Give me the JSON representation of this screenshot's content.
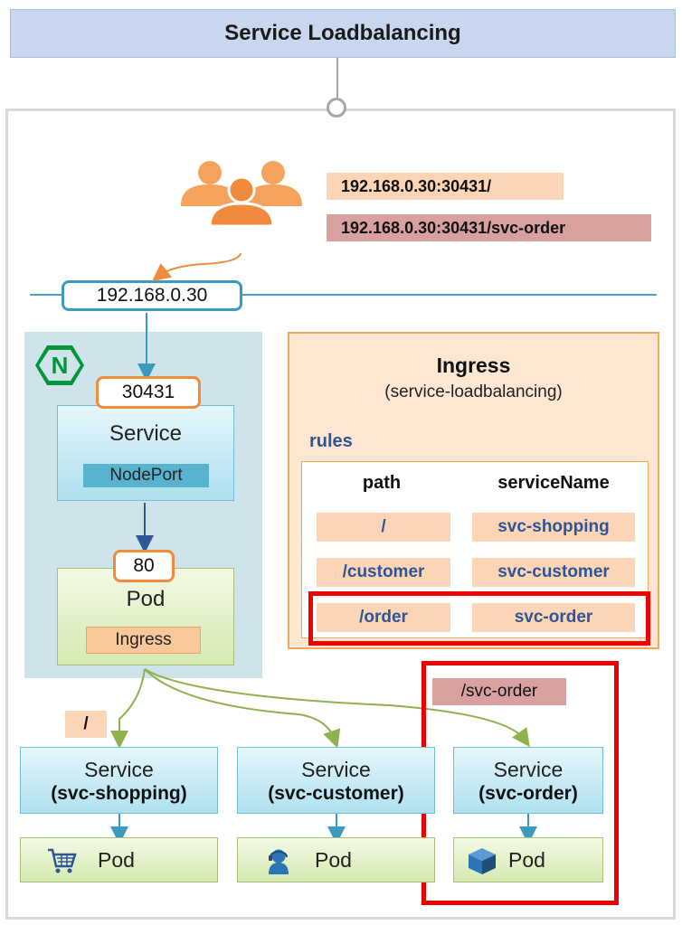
{
  "title": "Service Loadbalancing",
  "client_urls": [
    "192.168.0.30:30431/",
    "192.168.0.30:30431/svc-order"
  ],
  "node": {
    "ip": "192.168.0.30",
    "nginx_logo_letter": "N",
    "service": {
      "port": "30431",
      "title": "Service",
      "type": "NodePort"
    },
    "pod": {
      "port": "80",
      "title": "Pod",
      "tag": "Ingress"
    }
  },
  "ingress": {
    "title": "Ingress",
    "subtitle": "(service-loadbalancing)",
    "rules_label": "rules",
    "headers": {
      "path": "path",
      "service": "serviceName"
    },
    "rows": [
      {
        "path": "/",
        "service": "svc-shopping"
      },
      {
        "path": "/customer",
        "service": "svc-customer"
      },
      {
        "path": "/order",
        "service": "svc-order"
      }
    ],
    "highlighted_row": "/order"
  },
  "route_labels": {
    "root": "/",
    "order": "/svc-order"
  },
  "backends": [
    {
      "service_title": "Service",
      "service_name": "(svc-shopping)",
      "pod_label": "Pod",
      "icon": "shopping-cart-icon"
    },
    {
      "service_title": "Service",
      "service_name": "(svc-customer)",
      "pod_label": "Pod",
      "icon": "customer-support-icon"
    },
    {
      "service_title": "Service",
      "service_name": "(svc-order)",
      "pod_label": "Pod",
      "icon": "package-box-icon"
    }
  ],
  "colors": {
    "title_bg": "#c9d7ee",
    "highlight": "#ee0000",
    "accent_blue": "#3b9bbf",
    "accent_orange": "#f08a3c",
    "nginx_green": "#009639",
    "users_orange": "#f5a25d"
  }
}
